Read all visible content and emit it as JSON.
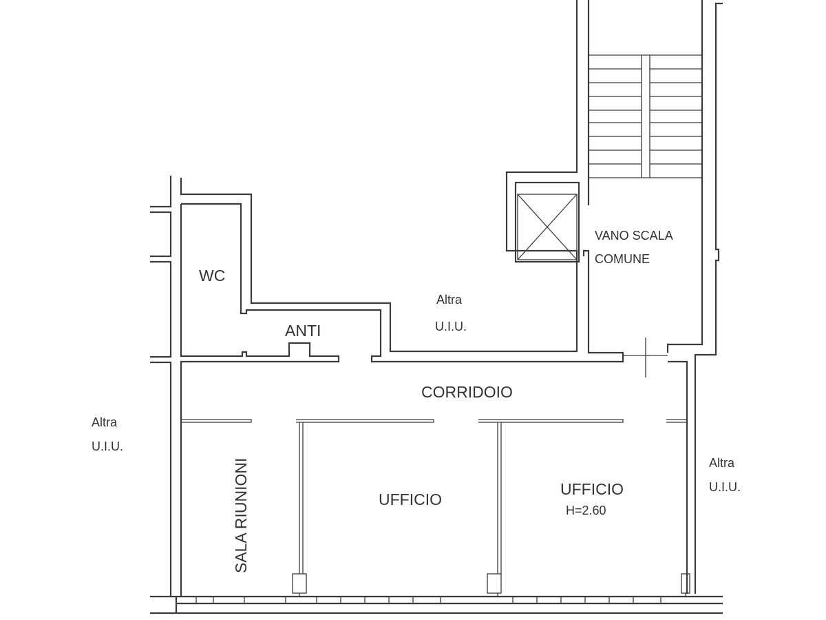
{
  "rooms": {
    "wc": "WC",
    "anti": "ANTI",
    "corridor": "CORRIDOIO",
    "meeting_room": "SALA RIUNIONI",
    "office_1": "UFFICIO",
    "office_2": "UFFICIO",
    "office_2_height": "H=2.60",
    "stair_line1": "VANO SCALA",
    "stair_line2": "COMUNE"
  },
  "neighbors": [
    {
      "line1": "Altra",
      "line2": "U.I.U."
    },
    {
      "line1": "Altra",
      "line2": "U.I.U."
    },
    {
      "line1": "Altra",
      "line2": "U.I.U."
    }
  ]
}
